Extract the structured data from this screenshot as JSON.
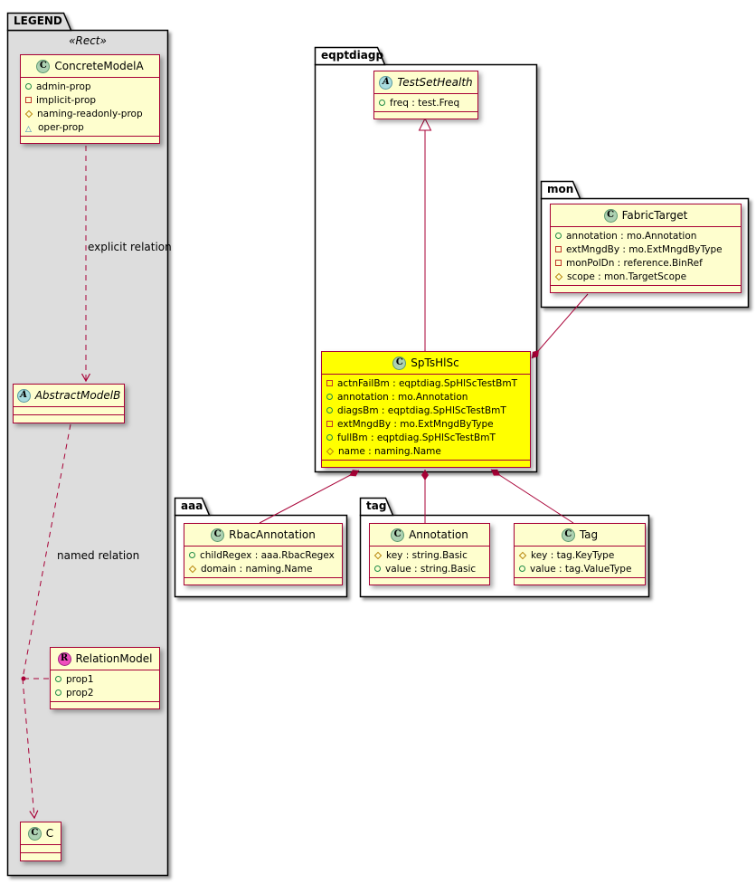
{
  "diagram": {
    "kind": "uml-class-diagram",
    "colors": {
      "edge": "#A80036",
      "class_bg": "#FEFECE",
      "highlight_bg": "#FFFF00",
      "legend_bg": "#DDDDDD",
      "spot_class_bg": "#ADD1B2",
      "spot_abstract_bg": "#A9DCDF",
      "spot_relation_bg": "#F04DBE"
    }
  },
  "packages": {
    "legend": {
      "name": "LEGEND"
    },
    "eqptdiagp": {
      "name": "eqptdiagp"
    },
    "mon": {
      "name": "mon"
    },
    "aaa": {
      "name": "aaa"
    },
    "tag": {
      "name": "tag"
    }
  },
  "labels": {
    "stereotype": "«Rect»",
    "explicit_relation": "explicit relation",
    "named_relation": "named relation"
  },
  "classes": {
    "concreteModelA": {
      "spot": "C",
      "name": "ConcreteModelA",
      "props": [
        {
          "icon": "circle-green",
          "text": "admin-prop"
        },
        {
          "icon": "square-red",
          "text": "implicit-prop"
        },
        {
          "icon": "diamond-orange",
          "text": "naming-readonly-prop"
        },
        {
          "icon": "triangle-blue",
          "text": "oper-prop"
        }
      ]
    },
    "abstractModelB": {
      "spot": "A",
      "name": "AbstractModelB",
      "props": []
    },
    "relationModel": {
      "spot": "R",
      "name": "RelationModel",
      "props": [
        {
          "icon": "circle-green",
          "text": "prop1"
        },
        {
          "icon": "circle-green",
          "text": "prop2"
        }
      ]
    },
    "c": {
      "spot": "C",
      "name": "C",
      "props": []
    },
    "testSetHealth": {
      "spot": "A",
      "name": "TestSetHealth",
      "props": [
        {
          "icon": "circle-green",
          "text": "freq : test.Freq"
        }
      ]
    },
    "spTsHlSc": {
      "spot": "C",
      "name": "SpTsHlSc",
      "props": [
        {
          "icon": "square-red",
          "text": "actnFailBm : eqptdiag.SpHlScTestBmT"
        },
        {
          "icon": "circle-green",
          "text": "annotation : mo.Annotation"
        },
        {
          "icon": "circle-green",
          "text": "diagsBm : eqptdiag.SpHlScTestBmT"
        },
        {
          "icon": "square-red",
          "text": "extMngdBy : mo.ExtMngdByType"
        },
        {
          "icon": "circle-green",
          "text": "fullBm : eqptdiag.SpHlScTestBmT"
        },
        {
          "icon": "diamond-orange",
          "text": "name : naming.Name"
        }
      ]
    },
    "fabricTarget": {
      "spot": "C",
      "name": "FabricTarget",
      "props": [
        {
          "icon": "circle-green",
          "text": "annotation : mo.Annotation"
        },
        {
          "icon": "square-red",
          "text": "extMngdBy : mo.ExtMngdByType"
        },
        {
          "icon": "square-red",
          "text": "monPolDn : reference.BinRef"
        },
        {
          "icon": "diamond-orange",
          "text": "scope : mon.TargetScope"
        }
      ]
    },
    "rbacAnnotation": {
      "spot": "C",
      "name": "RbacAnnotation",
      "props": [
        {
          "icon": "circle-green",
          "text": "childRegex : aaa.RbacRegex"
        },
        {
          "icon": "diamond-orange",
          "text": "domain : naming.Name"
        }
      ]
    },
    "annotation": {
      "spot": "C",
      "name": "Annotation",
      "props": [
        {
          "icon": "diamond-orange",
          "text": "key : string.Basic"
        },
        {
          "icon": "circle-green",
          "text": "value : string.Basic"
        }
      ]
    },
    "tagClass": {
      "spot": "C",
      "name": "Tag",
      "props": [
        {
          "icon": "diamond-orange",
          "text": "key : tag.KeyType"
        },
        {
          "icon": "circle-green",
          "text": "value : tag.ValueType"
        }
      ]
    }
  }
}
